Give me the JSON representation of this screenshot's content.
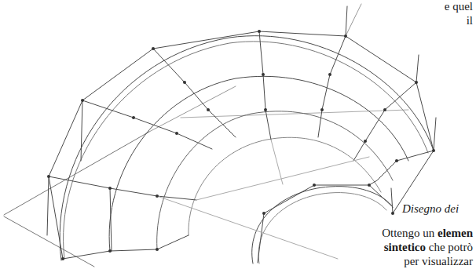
{
  "diagram": {
    "labels": [
      "e quel",
      "il",
      "Disegno dei",
      "Ottengo un",
      "elemen",
      "sintetico",
      "che potrò",
      "per visualizzar"
    ]
  }
}
